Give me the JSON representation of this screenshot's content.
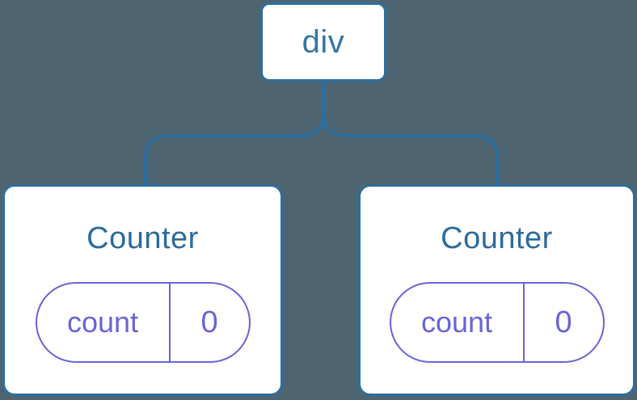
{
  "diagram": {
    "root": {
      "label": "div"
    },
    "children": [
      {
        "title": "Counter",
        "state": {
          "key": "count",
          "value": "0"
        }
      },
      {
        "title": "Counter",
        "state": {
          "key": "count",
          "value": "0"
        }
      }
    ]
  },
  "colors": {
    "background": "#4e6571",
    "node_fill": "#ffffff",
    "node_border": "#2d6e9e",
    "connector": "#2d6e9e",
    "root_label_text": "#3377a5",
    "counter_title_text": "#2b6b9c",
    "state_accent": "#6a63d6"
  }
}
